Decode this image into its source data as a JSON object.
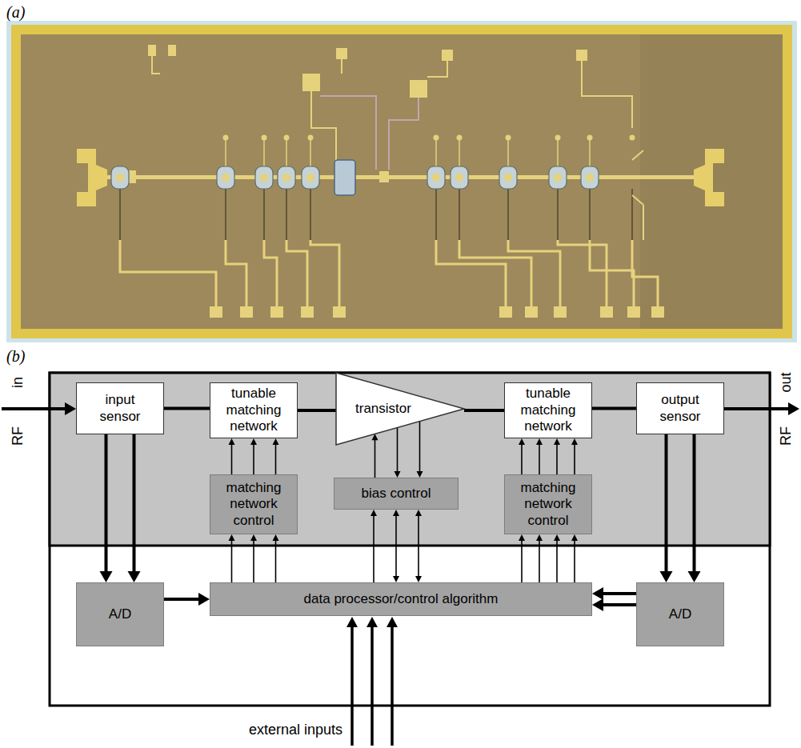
{
  "diagram": {
    "nodes": [
      {
        "text": [
          "input sensor"
        ]
      },
      {
        "text": [
          "tunable matching network"
        ]
      },
      {
        "text": [
          "transistor"
        ]
      },
      {
        "text": [
          "tunable matching network"
        ]
      },
      {
        "text": [
          "output sensor"
        ]
      },
      {
        "text": [
          "matching network control"
        ]
      },
      {
        "text": [
          "bias control"
        ]
      },
      {
        "text": [
          "matching network control"
        ]
      },
      {
        "text": [
          "A/D"
        ]
      },
      {
        "text": [
          "data processor/control algorithm"
        ]
      },
      {
        "text": [
          "A/D"
        ]
      }
    ],
    "edges": [
      {
        "from": 0,
        "to": 1,
        "arrow": "none"
      },
      {
        "from": 1,
        "to": 2,
        "arrow": "none"
      },
      {
        "from": 2,
        "to": 3,
        "arrow": "none"
      },
      {
        "from": 3,
        "to": 4,
        "arrow": "none"
      },
      {
        "from": 0,
        "to": 8,
        "arrow": "to"
      },
      {
        "from": 0,
        "to": 8,
        "arrow": "to"
      },
      {
        "from": 4,
        "to": 10,
        "arrow": "to"
      },
      {
        "from": 4,
        "to": 10,
        "arrow": "to"
      },
      {
        "from": 8,
        "to": 9,
        "arrow": "to"
      },
      {
        "from": 10,
        "to": 9,
        "arrow": "to"
      },
      {
        "from": 10,
        "to": 9,
        "arrow": "to"
      },
      {
        "from": 9,
        "to": 5,
        "arrow": "to"
      },
      {
        "from": 9,
        "to": 5,
        "arrow": "to"
      },
      {
        "from": 9,
        "to": 5,
        "arrow": "to"
      },
      {
        "from": 5,
        "to": 1,
        "arrow": "to"
      },
      {
        "from": 5,
        "to": 1,
        "arrow": "to"
      },
      {
        "from": 5,
        "to": 1,
        "arrow": "to"
      },
      {
        "from": 9,
        "to": 6,
        "arrow": "to"
      },
      {
        "from": 9,
        "to": 6,
        "arrow": "both"
      },
      {
        "from": 9,
        "to": 6,
        "arrow": "both"
      },
      {
        "from": 6,
        "to": 2,
        "arrow": "to"
      },
      {
        "from": 2,
        "to": 6,
        "arrow": "to"
      },
      {
        "from": 2,
        "to": 6,
        "arrow": "to"
      },
      {
        "from": 9,
        "to": 7,
        "arrow": "to"
      },
      {
        "from": 9,
        "to": 7,
        "arrow": "to"
      },
      {
        "from": 9,
        "to": 7,
        "arrow": "to"
      },
      {
        "from": 9,
        "to": 7,
        "arrow": "to"
      },
      {
        "from": 7,
        "to": 3,
        "arrow": "to"
      },
      {
        "from": 7,
        "to": 3,
        "arrow": "to"
      },
      {
        "from": 7,
        "to": 3,
        "arrow": "to"
      },
      {
        "from": 7,
        "to": 3,
        "arrow": "to"
      }
    ],
    "labels": [
      "(a)",
      "(b)",
      "RF",
      "in",
      "out",
      "RF",
      "external inputs"
    ]
  }
}
